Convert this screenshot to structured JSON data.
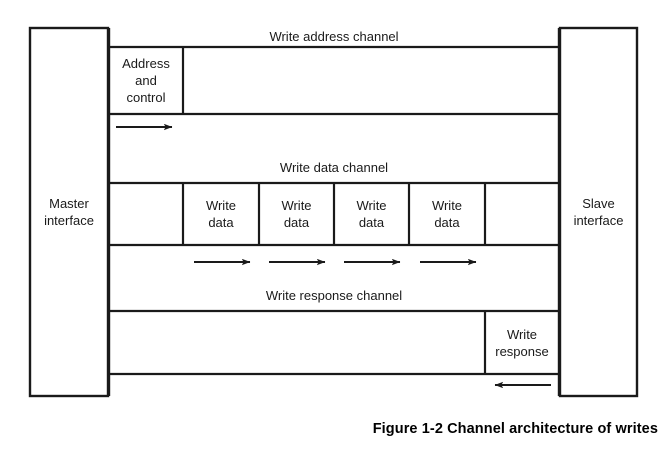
{
  "figure": {
    "caption": "Figure 1-2 Channel architecture of writes",
    "colors": {
      "stroke": "#1a1a1a",
      "background": "#ffffff",
      "text": "#1a1a1a"
    }
  },
  "endpoints": {
    "master": {
      "line1": "Master",
      "line2": "interface"
    },
    "slave": {
      "line1": "Slave",
      "line2": "interface"
    }
  },
  "channels": [
    {
      "id": "write-address-channel",
      "label": "Write address channel",
      "cells": [
        {
          "id": "address-and-control",
          "text": "Address and control",
          "lines": [
            "Address",
            "and",
            "control"
          ]
        }
      ],
      "arrows": [
        {
          "id": "address-arrow",
          "direction": "right"
        }
      ]
    },
    {
      "id": "write-data-channel",
      "label": "Write data channel",
      "cells": [
        {
          "id": "write-data-1",
          "text": "Write data",
          "lines": [
            "Write",
            "data"
          ]
        },
        {
          "id": "write-data-2",
          "text": "Write data",
          "lines": [
            "Write",
            "data"
          ]
        },
        {
          "id": "write-data-3",
          "text": "Write data",
          "lines": [
            "Write",
            "data"
          ]
        },
        {
          "id": "write-data-4",
          "text": "Write data",
          "lines": [
            "Write",
            "data"
          ]
        }
      ],
      "arrows": [
        {
          "id": "write-data-arrow-1",
          "direction": "right"
        },
        {
          "id": "write-data-arrow-2",
          "direction": "right"
        },
        {
          "id": "write-data-arrow-3",
          "direction": "right"
        },
        {
          "id": "write-data-arrow-4",
          "direction": "right"
        }
      ]
    },
    {
      "id": "write-response-channel",
      "label": "Write response channel",
      "cells": [
        {
          "id": "write-response",
          "text": "Write response",
          "lines": [
            "Write",
            "response"
          ]
        }
      ],
      "arrows": [
        {
          "id": "write-response-arrow",
          "direction": "left"
        }
      ]
    }
  ],
  "labels": {
    "write_address_channel": "Write address channel",
    "write_data_channel": "Write data channel",
    "write_response_channel": "Write response channel",
    "address_l1": "Address",
    "address_l2": "and",
    "address_l3": "control",
    "write_l1": "Write",
    "write_l2": "data",
    "response_l1": "Write",
    "response_l2": "response",
    "master_l1": "Master",
    "master_l2": "interface",
    "slave_l1": "Slave",
    "slave_l2": "interface"
  }
}
